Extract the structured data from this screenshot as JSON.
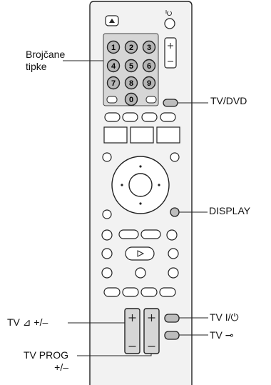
{
  "labels": {
    "number_buttons_line1": "Brojčane",
    "number_buttons_line2": "tipke",
    "tv_dvd": "TV/DVD",
    "display": "DISPLAY",
    "tv_power": "TV I/⏻",
    "tv_input": "TV ⊸",
    "tv_volume": "TV ⊿ +/–",
    "tv_prog_line1": "TV PROG",
    "tv_prog_line2": "+/–"
  },
  "numeric_keys": [
    "1",
    "2",
    "3",
    "4",
    "5",
    "6",
    "7",
    "8",
    "9",
    "0"
  ],
  "colors": {
    "remote_body": "#f2f2f2",
    "button_fill": "#ffffff",
    "highlight": "#d6d6d6",
    "outline": "#222222",
    "number_key": "#b5b5b5"
  }
}
